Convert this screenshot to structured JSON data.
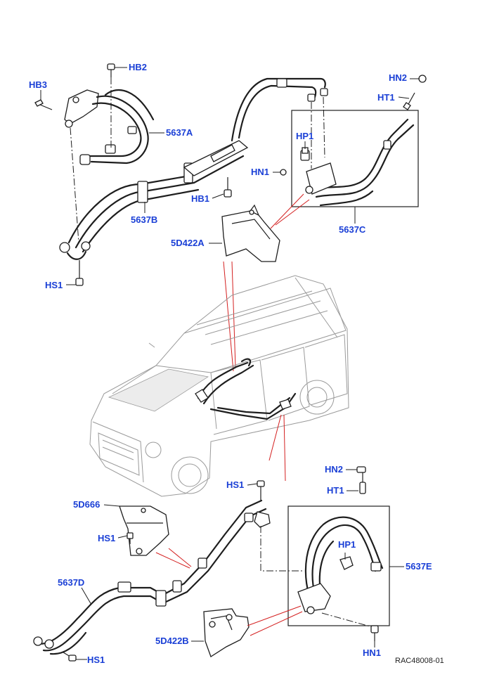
{
  "labels": {
    "hb2": "HB2",
    "hb3": "HB3",
    "l5637a": "5637A",
    "hb1": "HB1",
    "l5637b": "5637B",
    "hn2_top": "HN2",
    "ht1_top": "HT1",
    "hp1_top": "HP1",
    "hn1_top": "HN1",
    "l5637c": "5637C",
    "l5d422a": "5D422A",
    "hs1_top": "HS1",
    "hn2_bot": "HN2",
    "ht1_bot": "HT1",
    "hs1_mid": "HS1",
    "l5d666": "5D666",
    "hs1_bracket": "HS1",
    "hp1_bot": "HP1",
    "l5637e": "5637E",
    "l5637d": "5637D",
    "l5d422b": "5D422B",
    "hs1_bot": "HS1",
    "hn1_bot": "HN1"
  },
  "reference": "RAC48008-01",
  "colors": {
    "label": "#1a3fd6",
    "linework": "#1e1e1e",
    "callout_line": "#d42020",
    "vehicle_ghost": "#9a9a9a"
  }
}
